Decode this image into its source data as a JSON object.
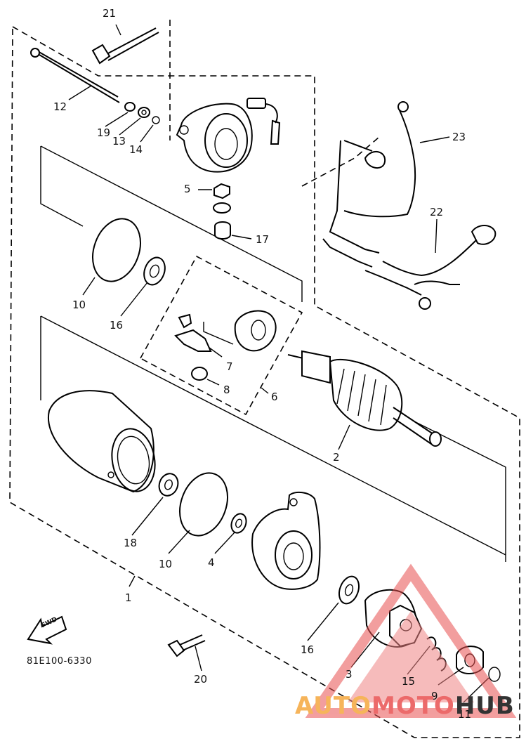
{
  "diagram": {
    "part_labels": {
      "p1": "1",
      "p2": "2",
      "p3": "3",
      "p4": "4",
      "p5": "5",
      "p6": "6",
      "p7": "7",
      "p8": "8",
      "p9": "9",
      "p10a": "10",
      "p10b": "10",
      "p11": "11",
      "p12": "12",
      "p13": "13",
      "p14": "14",
      "p15": "15",
      "p16a": "16",
      "p16b": "16",
      "p17": "17",
      "p18": "18",
      "p19": "19",
      "p20": "20",
      "p21": "21",
      "p22": "22",
      "p23": "23"
    },
    "fwd_label": "FWD",
    "drawing_code": "81E100-6330"
  },
  "watermark": {
    "part1": "AUTO",
    "part2": "MOTO",
    "part3": "HUB",
    "colors": [
      "#f6b45a",
      "#ec6a6a",
      "#333333"
    ]
  }
}
